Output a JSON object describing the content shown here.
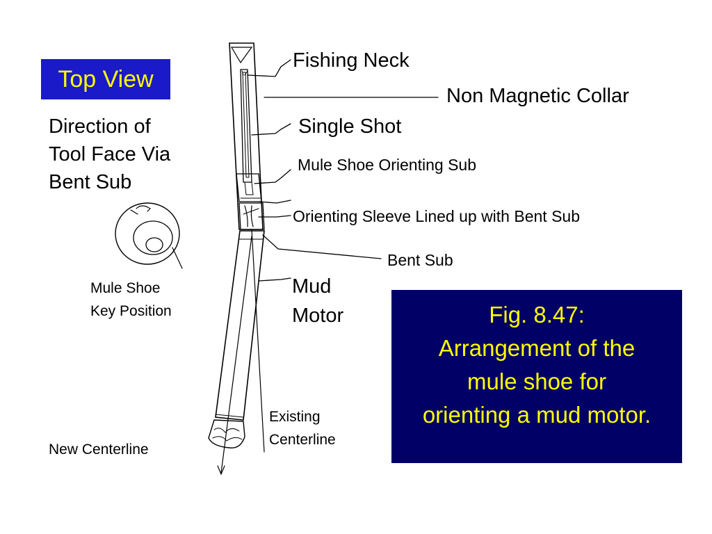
{
  "colors": {
    "box_bg": "#000066",
    "box_text": "#ffff00",
    "fig_text": "#ffff00",
    "top_view_bg": "#1a1ac8",
    "top_view_text": "#ffff00",
    "ink": "#000000"
  },
  "top_view_label": "Top View",
  "direction_label": [
    "Direction of",
    "Tool Face Via",
    "Bent Sub"
  ],
  "mule_shoe_key": [
    "Mule Shoe",
    "Key Position"
  ],
  "new_centerline": "New Centerline",
  "existing_centerline": [
    "Existing",
    "Centerline"
  ],
  "labels": {
    "fishing_neck": "Fishing Neck",
    "non_magnetic_collar": "Non Magnetic Collar",
    "single_shot": "Single Shot",
    "mule_shoe_orienting_sub": "Mule Shoe Orienting Sub",
    "orienting_sleeve": "Orienting Sleeve Lined up with Bent Sub",
    "bent_sub": "Bent Sub",
    "mud_motor": [
      "Mud",
      "Motor"
    ]
  },
  "caption": [
    "Fig. 8.47:",
    "Arrangement of the",
    "mule shoe for",
    "orienting a mud motor."
  ]
}
